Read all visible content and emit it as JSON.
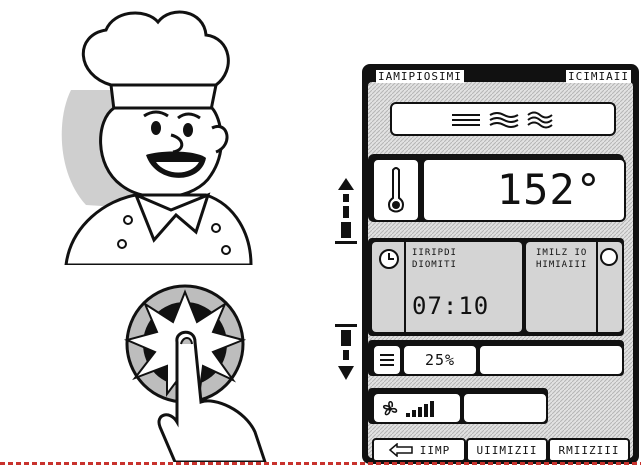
{
  "panel": {
    "header_left": "IAMIPIOSIMI",
    "header_right": "ICIMIAII",
    "temperature": {
      "value": "152°"
    },
    "timer": {
      "label_left": "IIRIPDI\nDIOMITI",
      "label_right": "IMILZ IO\nHIMIAIII",
      "value": "07:10"
    },
    "level": {
      "value": "25%"
    },
    "bottom_buttons": [
      "IIMP",
      "UIIMIZII",
      "RMIIZIII"
    ]
  },
  "colors": {
    "ink": "#111111",
    "panel_fill": "#d9d9d9",
    "screen_fill": "#ffffff",
    "chef_bg": "#cfcfcf",
    "button_bg": "#bdbdbd",
    "dashed_border": "#c8322d"
  },
  "icons": [
    "chef-illustration",
    "pressing-finger-icon",
    "arrow-up-icon",
    "arrow-down-icon",
    "heat-wave-icon",
    "thermometer-icon",
    "clock-icon",
    "list-icon",
    "fan-icon",
    "signal-bars-icon",
    "back-arrow-icon"
  ]
}
